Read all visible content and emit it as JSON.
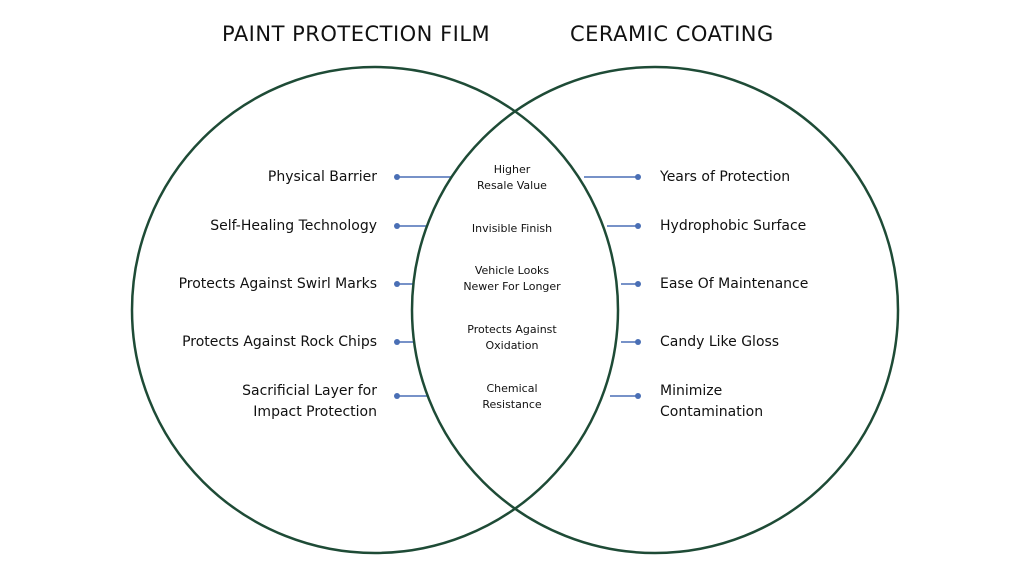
{
  "titles": {
    "left": "PAINT PROTECTION FILM",
    "right": "CERAMIC COATING"
  },
  "colors": {
    "circle": "#1e4b36",
    "connector": "#4a6fb5",
    "text": "#111111"
  },
  "left_items": [
    "Physical Barrier",
    "Self-Healing Technology",
    "Protects Against Swirl Marks",
    "Protects Against Rock Chips",
    [
      "Sacrificial Layer for",
      "Impact Protection"
    ]
  ],
  "overlap_items": [
    [
      "Higher",
      "Resale Value"
    ],
    [
      "Invisible Finish"
    ],
    [
      "Vehicle Looks",
      "Newer For Longer"
    ],
    [
      "Protects Against",
      "Oxidation"
    ],
    [
      "Chemical",
      "Resistance"
    ]
  ],
  "right_items": [
    "Years of Protection",
    "Hydrophobic Surface",
    "Ease Of Maintenance",
    "Candy Like Gloss",
    [
      "Minimize",
      "Contamination"
    ]
  ]
}
